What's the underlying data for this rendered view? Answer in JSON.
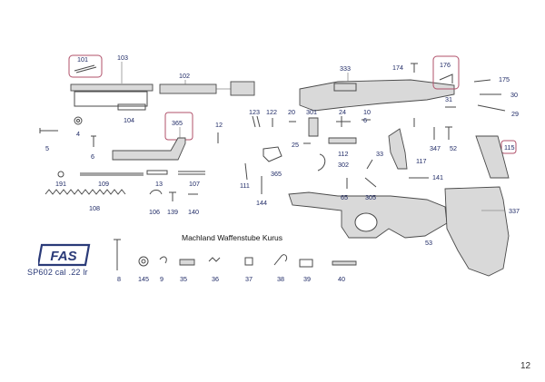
{
  "caption": "Machland Waffenstube Kurus",
  "brand": {
    "logo_text": "FAS",
    "model_text": "SP602 cal .22 lr"
  },
  "page_number": "12",
  "part_labels": [
    "101",
    "103",
    "102",
    "104",
    "4",
    "5",
    "6",
    "365",
    "12",
    "123",
    "122",
    "20",
    "301",
    "24",
    "10",
    "6",
    "333",
    "174",
    "176",
    "175",
    "30",
    "29",
    "31",
    "52",
    "347",
    "115",
    "191",
    "109",
    "13",
    "107",
    "108",
    "106",
    "139",
    "140",
    "111",
    "144",
    "365",
    "25",
    "112",
    "302",
    "33",
    "117",
    "141",
    "65",
    "305",
    "337",
    "53",
    "8",
    "145",
    "9",
    "35",
    "36",
    "37",
    "38",
    "39",
    "40"
  ],
  "colors": {
    "label": "#1f2a66",
    "highlight_box": "#b0506a",
    "logo": "#2a3a78"
  }
}
